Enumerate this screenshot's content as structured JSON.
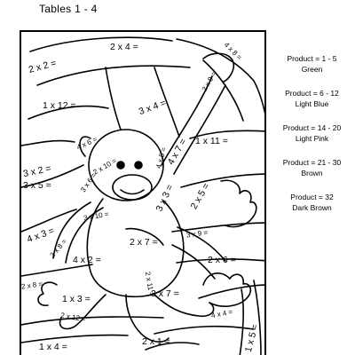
{
  "header": {
    "title": "Tables 1 - 4"
  },
  "problems": {
    "p01": "2 x 4 =",
    "p02": "4 x 8 =",
    "p03": "2 x 2 =",
    "p04": "2 x 9 =",
    "p05": "1 x 12 =",
    "p06": "3 x 4 =",
    "p07": "4 x 6 =",
    "p08": "2 x 10 =",
    "p09": "4 x 5 =",
    "p10": "4 x 7 =",
    "p11": "1 x 11 =",
    "p12": "3 x 2 =",
    "p13": "3 x 6 =",
    "p14": "3 x 5 =",
    "p15": "3 x 3 =",
    "p16": "2 x 5 =",
    "p17": "4 x 3 =",
    "p18": "3 x 10 =",
    "p19": "3 x 8 =",
    "p20": "3 x 9 =",
    "p21": "2 x 7 =",
    "p22": "4 x 2 =",
    "p23": "2 x 6 =",
    "p24": "2 x 11 =",
    "p25": "2 x 8 =",
    "p26": "1 x 3 =",
    "p27": "3 x 7 =",
    "p28": "4 x 4 =",
    "p29": "2 x 12 =",
    "p30": "1 x 4 =",
    "p31": "2 x 1 =",
    "p32": "1 x 5 ="
  },
  "legend": [
    {
      "range": "Product = 1 - 5",
      "color": "Green"
    },
    {
      "range": "Product = 6 - 12",
      "color": "Light Blue"
    },
    {
      "range": "Product = 14 - 20",
      "color": "Light Pink"
    },
    {
      "range": "Product = 21 - 30",
      "color": "Brown"
    },
    {
      "range": "Product = 32",
      "color": "Dark Brown"
    }
  ]
}
